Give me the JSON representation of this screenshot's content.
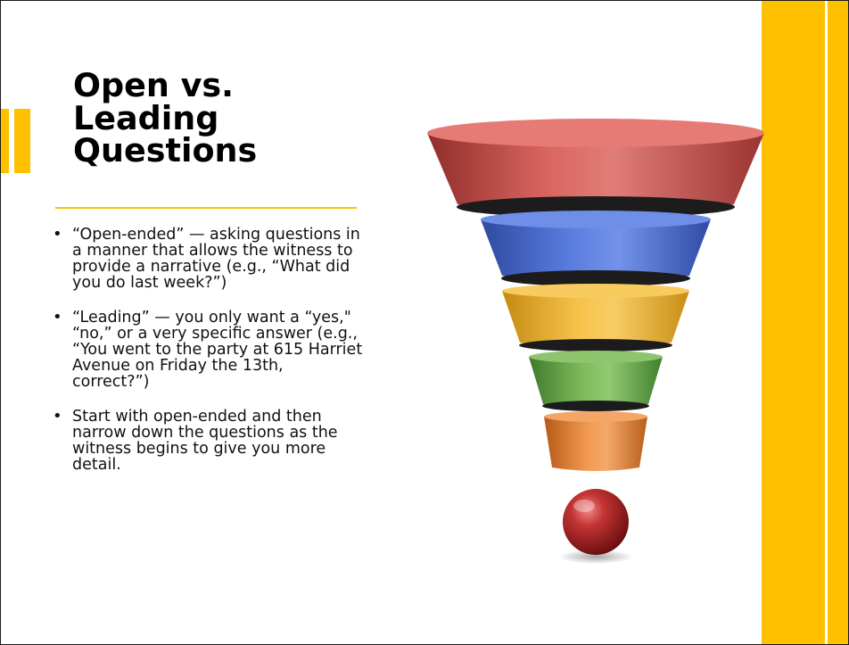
{
  "slide": {
    "title_lines": [
      "Open vs.",
      "Leading",
      "Questions"
    ],
    "bullets": [
      "“Open-ended” — asking questions in a manner that allows the witness to provide a narrative (e.g., “What did you do last week?”)",
      "“Leading” — you only want a “yes,\" “no,” or a very specific answer (e.g., “You went to the party at 615 Harriet Avenue on Friday the 13th, correct?”)",
      "Start with open-ended and then narrow down the questions as the witness begins to give you more detail."
    ]
  },
  "colors": {
    "accent": "#ffc000",
    "funnel_red": "#c0504d",
    "funnel_blue": "#4f6fd0",
    "funnel_yellow": "#f2b233",
    "funnel_green": "#6aa84f",
    "funnel_orange": "#e8843a",
    "sphere": "#b32626"
  },
  "image": {
    "icon": "funnel-graphic"
  }
}
